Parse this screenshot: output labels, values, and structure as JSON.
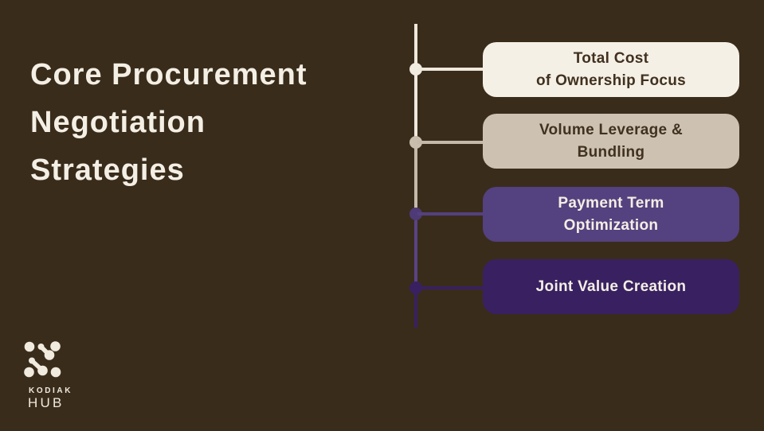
{
  "slide": {
    "title": "Core Procurement\nNegotiation\nStrategies",
    "background_color": "#3A2C1B",
    "title_color": "#F4EFE5"
  },
  "colors": {
    "cream": "#F5F0E6",
    "tan": "#CDC2B2",
    "purple": "#54417F",
    "dark_purple": "#392061",
    "dark_brown_text": "#41311F",
    "cream_text": "#F3EEE4",
    "spine_cream": "#EFE9DD",
    "spine_tan": "#C5BAAA",
    "spine_purple": "#5A4385",
    "spine_dark_purple": "#392061"
  },
  "timeline": {
    "items": [
      {
        "label": "Total Cost\nof Ownership Focus",
        "box_color": "#F5F0E6",
        "text_color": "#41311F"
      },
      {
        "label": "Volume Leverage &\nBundling",
        "box_color": "#CDC2B2",
        "text_color": "#41311F"
      },
      {
        "label": "Payment Term\nOptimization",
        "box_color": "#54417F",
        "text_color": "#F3EEE4"
      },
      {
        "label": "Joint Value Creation",
        "box_color": "#392061",
        "text_color": "#F3EEE4"
      }
    ]
  },
  "logo": {
    "brand_name": "KODIAK",
    "brand_suffix": "HUB"
  }
}
